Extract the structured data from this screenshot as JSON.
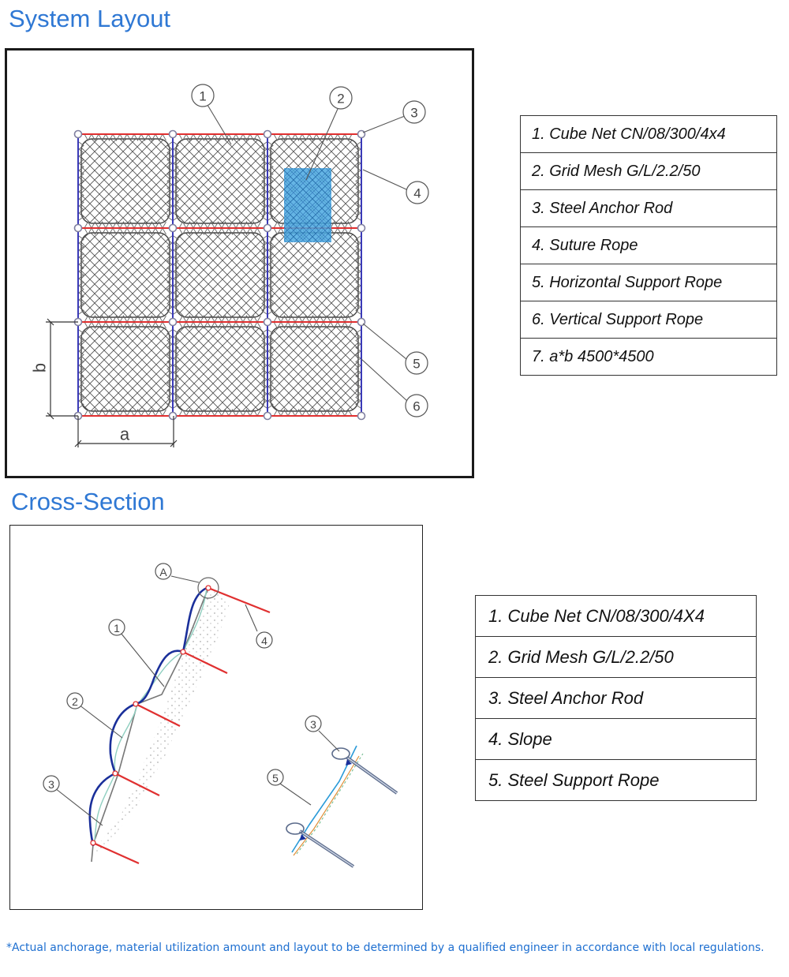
{
  "titles": {
    "system_layout": "System Layout",
    "cross_section": "Cross-Section"
  },
  "layout_diagram": {
    "callouts": [
      "1",
      "2",
      "3",
      "4",
      "5",
      "6"
    ],
    "dimension_labels": {
      "a": "a",
      "b": "b"
    },
    "colors": {
      "horizontal_rope": "#e03030",
      "vertical_rope": "#3a3ab8",
      "mesh": "#555555",
      "highlight": "#2a9ad8",
      "anchor": "#8080a0"
    }
  },
  "layout_legend": [
    "1. Cube Net CN/08/300/4x4",
    "2. Grid Mesh G/L/2.2/50",
    "3. Steel Anchor Rod",
    "4. Suture Rope",
    "5. Horizontal Support Rope",
    "6. Vertical Support Rope",
    "7. a*b 4500*4500"
  ],
  "cross_diagram": {
    "callouts": [
      "A",
      "1",
      "2",
      "3",
      "4",
      "3",
      "5"
    ],
    "colors": {
      "net": "#1a2f9a",
      "anchor": "#e03030",
      "slope": "#888888",
      "mesh_line": "#8fcfc0",
      "rope": "#2a9ad8"
    }
  },
  "cross_legend": [
    "1. Cube Net CN/08/300/4X4",
    "2. Grid Mesh G/L/2.2/50",
    "3. Steel Anchor Rod",
    "4. Slope",
    "5. Steel Support Rope"
  ],
  "footnote": "*Actual anchorage, material utilization amount and layout to be determined by a qualified engineer in accordance with local regulations."
}
